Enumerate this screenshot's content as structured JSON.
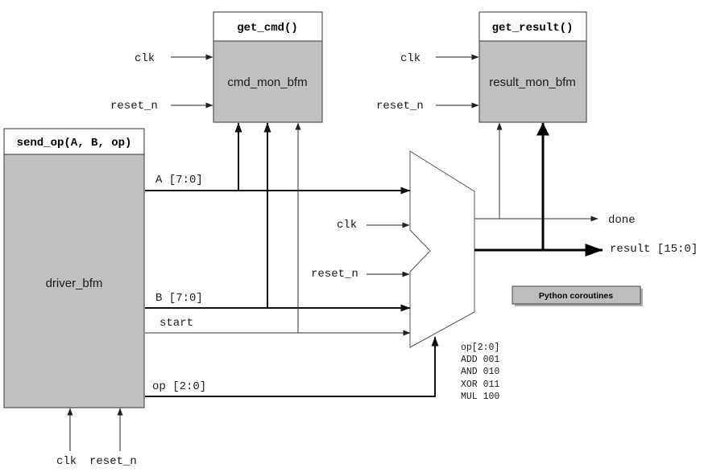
{
  "blocks": {
    "cmd_mon": {
      "header": "get_cmd()",
      "label": "cmd_mon_bfm"
    },
    "result_mon": {
      "header": "get_result()",
      "label": "result_mon_bfm"
    },
    "driver": {
      "header": "send_op(A, B, op)",
      "label": "driver_bfm"
    }
  },
  "signals": {
    "clk": "clk",
    "reset_n": "reset_n",
    "a_bus": "A [7:0]",
    "b_bus": "B [7:0]",
    "start": "start",
    "op_bus": "op [2:0]",
    "done": "done",
    "result": "result [15:0]"
  },
  "op_table": {
    "title": "op[2:0]",
    "rows": [
      "ADD 001",
      "AND 010",
      "XOR 011",
      "MUL 100"
    ]
  },
  "legend": {
    "label": "Python coroutines"
  },
  "colors": {
    "block_fill": "#c0c0c0",
    "header_fill": "#ffffff",
    "stroke": "#333333",
    "legend_fill": "#bdbdbd"
  }
}
